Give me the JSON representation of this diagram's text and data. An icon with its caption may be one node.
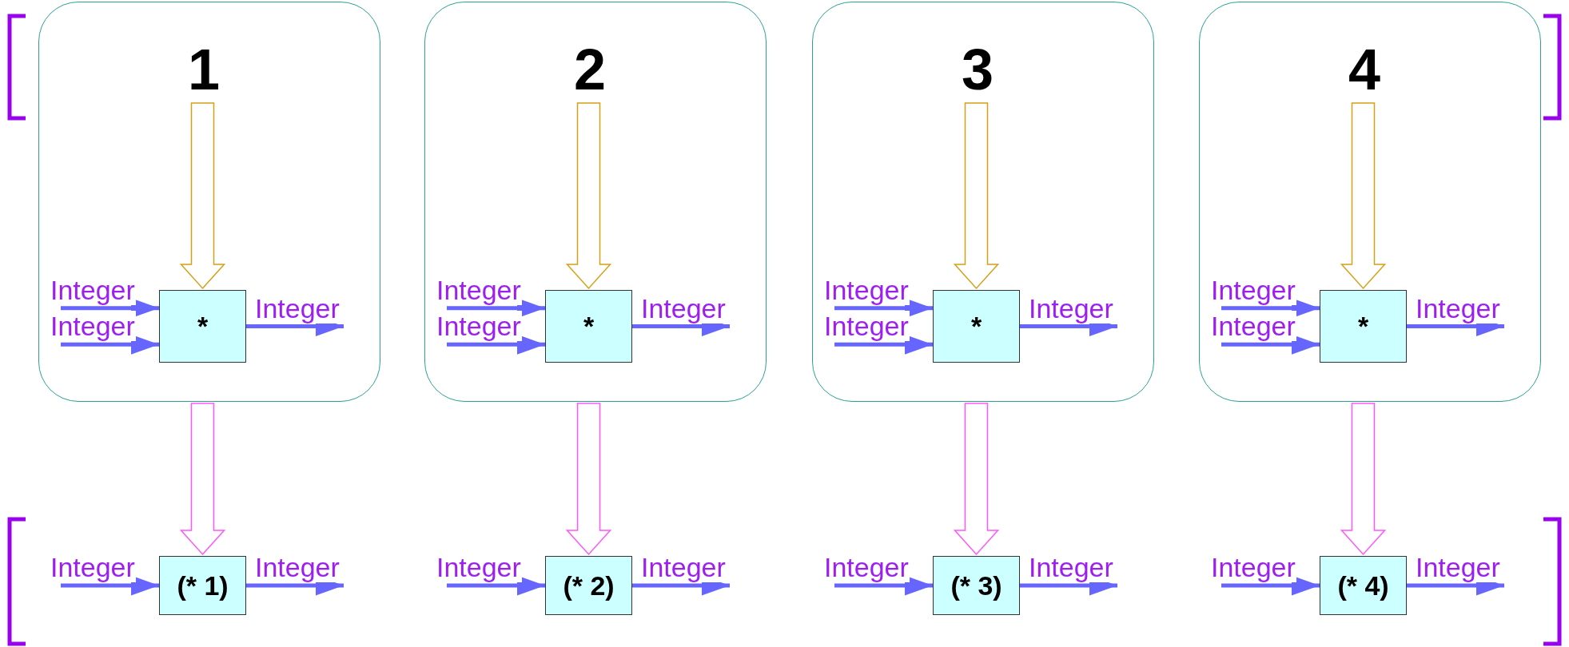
{
  "diagram": {
    "nodes": [
      {
        "text": [],
        "shape": "box"
      },
      {
        "text": [
          "1"
        ],
        "in": 0
      },
      {
        "text": [
          "*"
        ],
        "in": 0
      },
      {
        "text": [],
        "shape": "box"
      },
      {
        "text": [
          "2"
        ],
        "in": 3
      },
      {
        "text": [
          "*"
        ],
        "in": 3
      },
      {
        "text": [],
        "shape": "box"
      },
      {
        "text": [
          "3"
        ],
        "in": 6
      },
      {
        "text": [
          "*"
        ],
        "in": 6
      },
      {
        "text": [],
        "shape": "box"
      },
      {
        "text": [
          "4"
        ],
        "in": 9
      },
      {
        "text": [
          "*"
        ],
        "in": 9
      },
      {
        "text": [
          "(* 1)"
        ]
      },
      {
        "text": [
          "(* 2)"
        ]
      },
      {
        "text": [
          "(* 3)"
        ]
      },
      {
        "text": [
          "(* 4)"
        ]
      }
    ],
    "edges": [
      {
        "from": 1,
        "to": 2,
        "arrow": "to",
        "style": "thick",
        "color": "#d4a017"
      },
      {
        "from": null,
        "to": 2,
        "arrow": "to",
        "label": "Integer"
      },
      {
        "from": null,
        "to": 2,
        "arrow": "to",
        "label": "Integer"
      },
      {
        "from": 2,
        "to": null,
        "arrow": "to",
        "label": "Integer"
      },
      {
        "from": 0,
        "to": 12,
        "arrow": "to",
        "style": "thick",
        "color": "#ff55ff"
      },
      {
        "from": null,
        "to": 12,
        "arrow": "to",
        "label": "Integer"
      },
      {
        "from": 12,
        "to": null,
        "arrow": "to",
        "label": "Integer"
      },
      {
        "from": 4,
        "to": 5,
        "arrow": "to",
        "style": "thick",
        "color": "#d4a017"
      },
      {
        "from": null,
        "to": 5,
        "arrow": "to",
        "label": "Integer"
      },
      {
        "from": null,
        "to": 5,
        "arrow": "to",
        "label": "Integer"
      },
      {
        "from": 5,
        "to": null,
        "arrow": "to",
        "label": "Integer"
      },
      {
        "from": 3,
        "to": 13,
        "arrow": "to",
        "style": "thick",
        "color": "#ff55ff"
      },
      {
        "from": null,
        "to": 13,
        "arrow": "to",
        "label": "Integer"
      },
      {
        "from": 13,
        "to": null,
        "arrow": "to",
        "label": "Integer"
      },
      {
        "from": 7,
        "to": 8,
        "arrow": "to",
        "style": "thick",
        "color": "#d4a017"
      },
      {
        "from": null,
        "to": 8,
        "arrow": "to",
        "label": "Integer"
      },
      {
        "from": null,
        "to": 8,
        "arrow": "to",
        "label": "Integer"
      },
      {
        "from": 8,
        "to": null,
        "arrow": "to",
        "label": "Integer"
      },
      {
        "from": 6,
        "to": 14,
        "arrow": "to",
        "style": "thick",
        "color": "#ff55ff"
      },
      {
        "from": null,
        "to": 14,
        "arrow": "to",
        "label": "Integer"
      },
      {
        "from": 14,
        "to": null,
        "arrow": "to",
        "label": "Integer"
      },
      {
        "from": 10,
        "to": 11,
        "arrow": "to",
        "style": "thick",
        "color": "#d4a017"
      },
      {
        "from": null,
        "to": 11,
        "arrow": "to",
        "label": "Integer"
      },
      {
        "from": null,
        "to": 11,
        "arrow": "to",
        "label": "Integer"
      },
      {
        "from": 11,
        "to": null,
        "arrow": "to",
        "label": "Integer"
      },
      {
        "from": 9,
        "to": 15,
        "arrow": "to",
        "style": "thick",
        "color": "#ff55ff"
      },
      {
        "from": null,
        "to": 15,
        "arrow": "to",
        "label": "Integer"
      },
      {
        "from": 15,
        "to": null,
        "arrow": "to",
        "label": "Integer"
      }
    ]
  }
}
